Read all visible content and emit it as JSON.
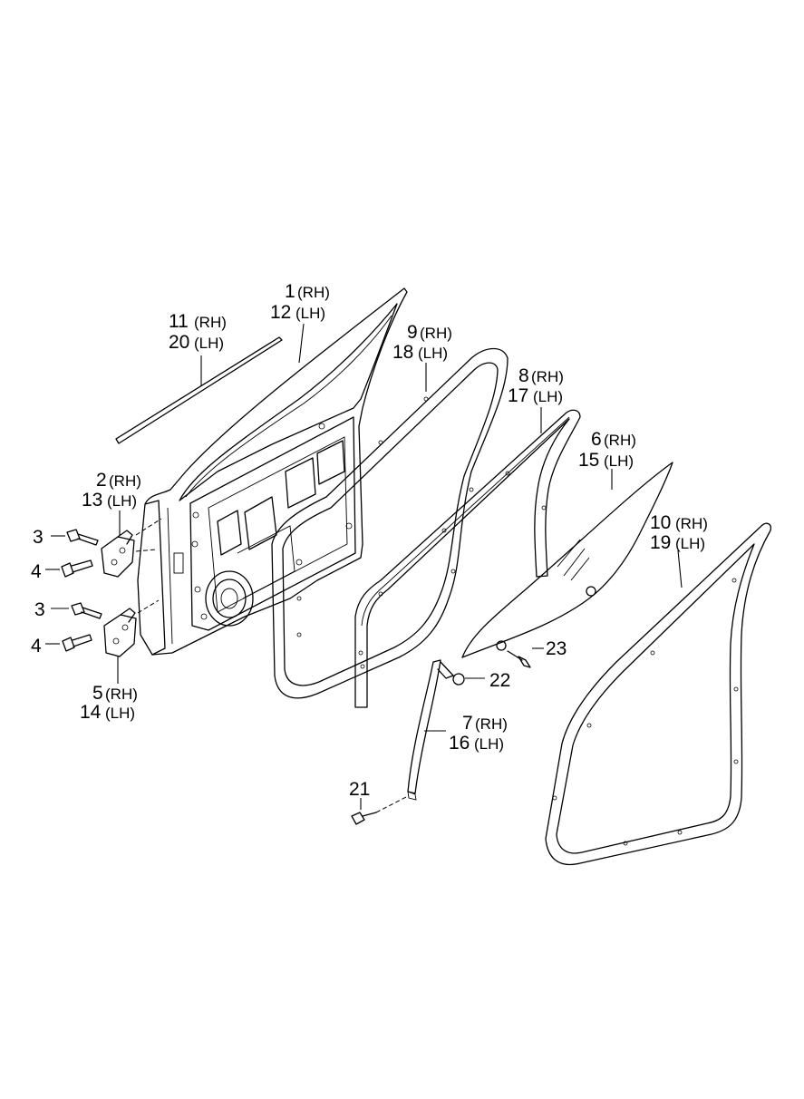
{
  "callouts": [
    {
      "id": "c1",
      "num": "1",
      "side": "(RH)"
    },
    {
      "id": "c12",
      "num": "12",
      "side": "(LH)"
    },
    {
      "id": "c11",
      "num": "11",
      "side": "(RH)"
    },
    {
      "id": "c20",
      "num": "20",
      "side": "(LH)"
    },
    {
      "id": "c9",
      "num": "9",
      "side": "(RH)"
    },
    {
      "id": "c18",
      "num": "18",
      "side": "(LH)"
    },
    {
      "id": "c8",
      "num": "8",
      "side": "(RH)"
    },
    {
      "id": "c17",
      "num": "17",
      "side": "(LH)"
    },
    {
      "id": "c6",
      "num": "6",
      "side": "(RH)"
    },
    {
      "id": "c15",
      "num": "15",
      "side": "(LH)"
    },
    {
      "id": "c10",
      "num": "10",
      "side": "(RH)"
    },
    {
      "id": "c19",
      "num": "19",
      "side": "(LH)"
    },
    {
      "id": "c2",
      "num": "2",
      "side": "(RH)"
    },
    {
      "id": "c13",
      "num": "13",
      "side": "(LH)"
    },
    {
      "id": "c3a",
      "num": "3",
      "side": ""
    },
    {
      "id": "c4a",
      "num": "4",
      "side": ""
    },
    {
      "id": "c3b",
      "num": "3",
      "side": ""
    },
    {
      "id": "c4b",
      "num": "4",
      "side": ""
    },
    {
      "id": "c5",
      "num": "5",
      "side": "(RH)"
    },
    {
      "id": "c14",
      "num": "14",
      "side": "(LH)"
    },
    {
      "id": "c23",
      "num": "23",
      "side": ""
    },
    {
      "id": "c22",
      "num": "22",
      "side": ""
    },
    {
      "id": "c7",
      "num": "7",
      "side": "(RH)"
    },
    {
      "id": "c16",
      "num": "16",
      "side": "(LH)"
    },
    {
      "id": "c21",
      "num": "21",
      "side": ""
    }
  ]
}
